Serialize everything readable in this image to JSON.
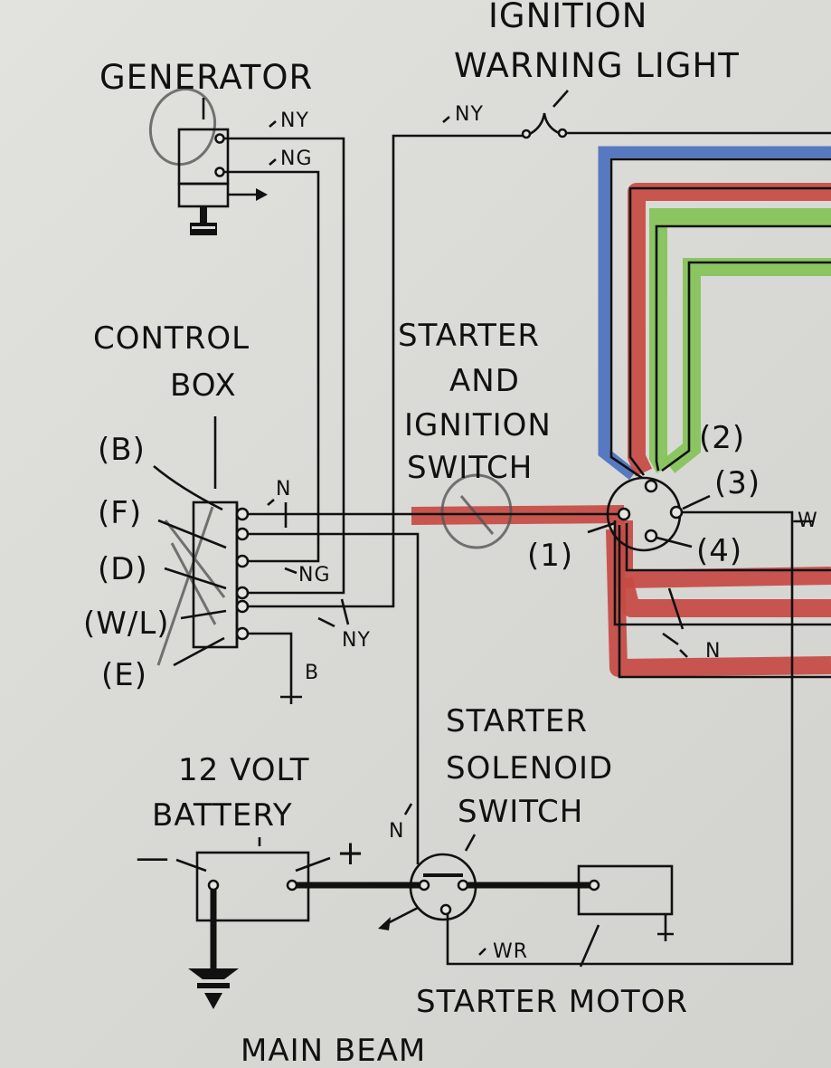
{
  "diagram": {
    "colors": {
      "ink": "#111111",
      "paper": "#dcdcd8",
      "highlight_red": "#c74a45",
      "highlight_blue": "#4f74c0",
      "highlight_green": "#86c45c",
      "pencil": "#555555"
    },
    "components": {
      "generator": "GENERATOR",
      "ignition_warning_light_line1": "IGNITION",
      "ignition_warning_light_line2": "WARNING LIGHT",
      "control_box_line1": "CONTROL",
      "control_box_line2": "BOX",
      "starter_switch_line1": "STARTER",
      "starter_switch_line2": "AND",
      "starter_switch_line3": "IGNITION",
      "starter_switch_line4": "SWITCH",
      "battery_line1": "12 VOLT",
      "battery_line2": "BATTERY",
      "solenoid_line1": "STARTER",
      "solenoid_line2": "SOLENOID",
      "solenoid_line3": "SWITCH",
      "starter_motor": "STARTER MOTOR",
      "main_beam": "MAIN BEAM"
    },
    "control_box_terminals": [
      "(B)",
      "(F)",
      "(D)",
      "(W/L)",
      "(E)"
    ],
    "switch_terminals": [
      "(1)",
      "(2)",
      "(3)",
      "(4)"
    ],
    "wire_codes": {
      "gen_ny": "NY",
      "gen_ng": "NG",
      "warn_ny": "NY",
      "cb_n": "N",
      "cb_ng": "NG",
      "cb_ny": "NY",
      "cb_b": "B",
      "sol_n": "N",
      "wr": "WR",
      "sw_n": "N",
      "w_out": "-W"
    },
    "battery_polarity": {
      "negative": "—",
      "positive": "+"
    }
  }
}
